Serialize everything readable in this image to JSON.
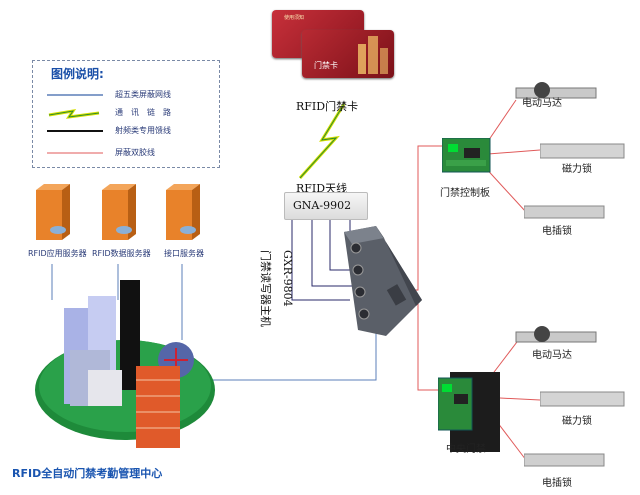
{
  "legend": {
    "title": "图例说明:",
    "items": [
      {
        "label": "超五类屏蔽网线"
      },
      {
        "label": "通　讯　链　路"
      },
      {
        "label": "射频类专用馈线"
      },
      {
        "label": "屏蔽双胶线"
      }
    ]
  },
  "card": {
    "label": "门禁卡",
    "caption": "RFID门禁卡",
    "header": "使用须知"
  },
  "antenna": {
    "title": "RFID天线",
    "model": "GNA-9902"
  },
  "reader_host": {
    "label": "门禁读写器主机",
    "model": "GXR-9804"
  },
  "servers": [
    {
      "label": "RFID应用服务器"
    },
    {
      "label": "RFID数据服务器"
    },
    {
      "label": "接口服务器"
    }
  ],
  "center": {
    "label": "RFID全自动门禁考勤管理中心"
  },
  "controller_top": {
    "label": "门禁控制板",
    "devices": [
      {
        "label": "电动马达"
      },
      {
        "label": "磁力锁"
      },
      {
        "label": "电插锁"
      }
    ]
  },
  "controller_bottom": {
    "label": "中央门禁",
    "devices": [
      {
        "label": "电动马达"
      },
      {
        "label": "磁力锁"
      },
      {
        "label": "电插锁"
      }
    ]
  }
}
